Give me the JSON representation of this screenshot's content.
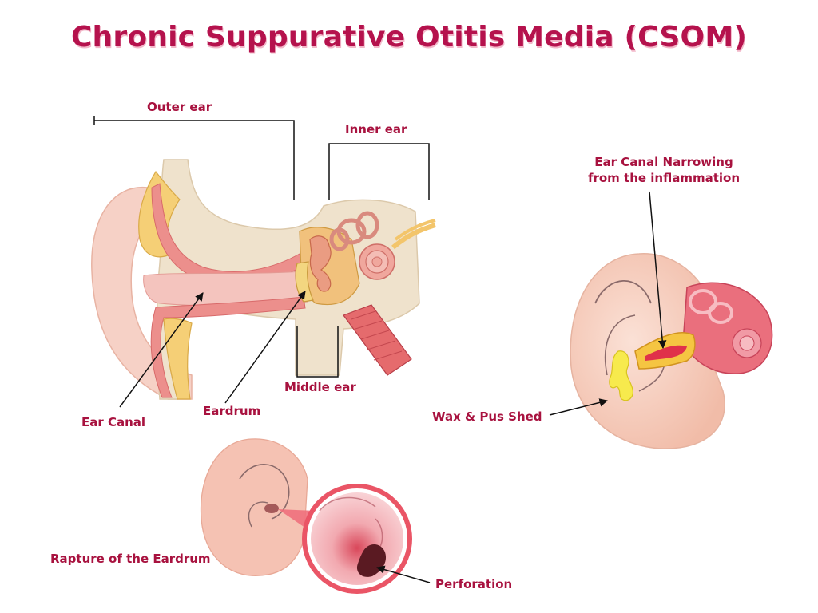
{
  "title": "Chronic Suppurative Otitis Media (CSOM)",
  "labels": {
    "outer_ear": "Outer ear",
    "inner_ear": "Inner ear",
    "middle_ear": "Middle ear",
    "ear_canal": "Ear Canal",
    "eardrum": "Eardrum",
    "narrowing_line1": "Ear Canal Narrowing",
    "narrowing_line2": "from the inflammation",
    "wax_pus": "Wax & Pus Shed",
    "rupture": "Rapture of the Eardrum",
    "perforation": "Perforation"
  },
  "colors": {
    "title": "#b5124d",
    "label": "#a8123f",
    "skin": "#f6cfc0",
    "tissue": "#efe2cc",
    "bone": "#f3c56b",
    "canal": "#e9797a",
    "inflamed": "#e0314a",
    "pus": "#f7e84b"
  }
}
